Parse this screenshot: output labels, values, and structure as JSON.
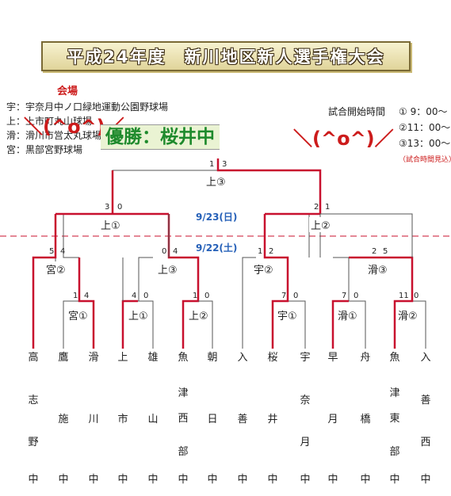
{
  "title": "平成24年度　新川地区新人選手権大会",
  "venues": {
    "heading": "会場",
    "list": [
      "宇：宇奈月中ノ口緑地運動公園野球場",
      "上：上市町丸山球場",
      "滑：滑川市営太丸球場",
      "宮：黒部宮野球場"
    ]
  },
  "schedule": {
    "label": "試合開始時間",
    "times": [
      "① 9：00～",
      "②11：00～",
      "③13：00～"
    ],
    "note": "（試合時間見込）"
  },
  "winner_banner": "優勝：桜井中",
  "decor": {
    "left": "＼(^o^)／",
    "right": "＼(^o^)／"
  },
  "dates": {
    "day2": "9/23(日)",
    "day1": "9/22(土)"
  },
  "colors": {
    "win_line": "#c8102e",
    "line": "#555555",
    "date": "#2560b8",
    "accent": "#cc1b1b",
    "winner_text": "#1e8a2c"
  },
  "matches": {
    "final": {
      "venue": "上③",
      "score_left": "1",
      "score_right": "3"
    },
    "semi_left": {
      "venue": "上①",
      "score_left": "3",
      "score_right": "0"
    },
    "semi_right": {
      "venue": "上②",
      "score_left": "2",
      "score_right": "1"
    },
    "qf1": {
      "venue": "宮②",
      "score_left": "5",
      "score_right": "4"
    },
    "qf2": {
      "venue": "上③",
      "score_left": "0",
      "score_right": "4"
    },
    "qf3": {
      "venue": "宇②",
      "score_left": "1",
      "score_right": "2"
    },
    "qf4": {
      "venue": "滑③",
      "score_left": "2",
      "score_right": "5"
    },
    "r1_1": {
      "venue": "宮①",
      "score_left": "1",
      "score_right": "4"
    },
    "r1_2": {
      "venue": "上①",
      "score_left": "4",
      "score_right": "0"
    },
    "r1_3": {
      "venue": "上②",
      "score_left": "1",
      "score_right": "0"
    },
    "r1_4": {
      "venue": "宇①",
      "score_left": "7",
      "score_right": "0"
    },
    "r1_5": {
      "venue": "滑①",
      "score_left": "7",
      "score_right": "0"
    },
    "r1_6": {
      "venue": "滑②",
      "score_left": "11",
      "score_right": "0"
    }
  },
  "teams": [
    [
      "高",
      "志",
      "野",
      "中"
    ],
    [
      "鷹",
      "施",
      "中"
    ],
    [
      "滑",
      "川",
      "中"
    ],
    [
      "上",
      "市",
      "中"
    ],
    [
      "雄",
      "山",
      "中"
    ],
    [
      "魚",
      "津",
      "西",
      "部",
      "中"
    ],
    [
      "朝",
      "日",
      "中"
    ],
    [
      "入",
      "善",
      "中"
    ],
    [
      "桜",
      "井",
      "中"
    ],
    [
      "宇",
      "奈",
      "月",
      "中"
    ],
    [
      "早",
      "月",
      "中"
    ],
    [
      "舟",
      "橋",
      "中"
    ],
    [
      "魚",
      "津",
      "東",
      "部",
      "中"
    ],
    [
      "入",
      "善",
      "西",
      "中"
    ]
  ]
}
